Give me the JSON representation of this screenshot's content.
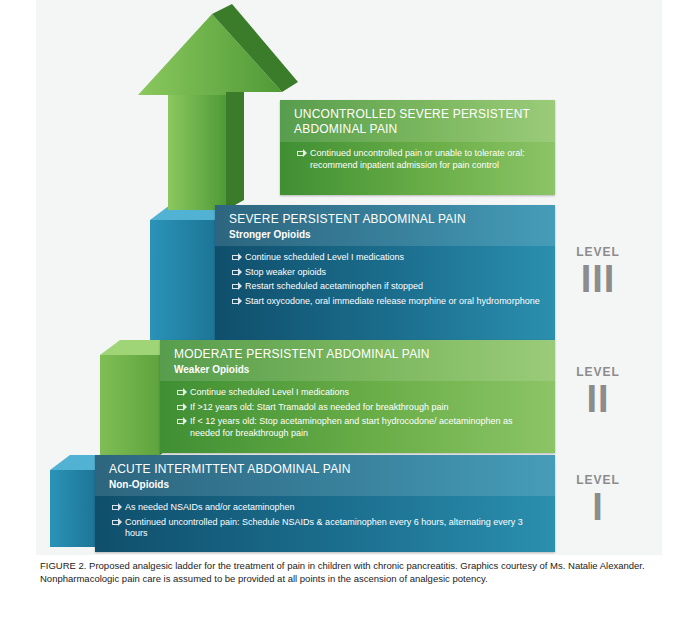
{
  "diagram": {
    "caption": "FIGURE 2. Proposed analgesic ladder for the treatment of pain in children with chronic pancreatitis. Graphics courtesy of Ms. Natalie Alexander. Nonpharmacologic pain care is assumed to be provided at all points in the ascension of analgesic potency.",
    "nodes": [
      {
        "text": [
          "UNCONTROLLED SEVERE PERSISTENT ABDOMINAL PAIN",
          "Continued uncontrolled pain or unable to tolerate oral: recommend inpatient admission for pain control"
        ]
      },
      {
        "text": [
          "SEVERE PERSISTENT ABDOMINAL PAIN",
          "Stronger Opioids",
          "Continue scheduled Level I medications",
          "Stop weaker opioids",
          "Restart scheduled acetaminophen if stopped",
          "Start oxycodone, oral immediate release morphine or oral hydromorphone"
        ]
      },
      {
        "text": [
          "MODERATE PERSISTENT ABDOMINAL PAIN",
          "Weaker Opioids",
          "Continue scheduled Level I medications",
          "If >12 years old: Start Tramadol as needed for breakthrough pain",
          "If < 12 years old: Stop acetaminophen and start hydrocodone/ acetaminophen as needed for breakthrough pain"
        ]
      },
      {
        "text": [
          "ACUTE INTERMITTENT ABDOMINAL PAIN",
          "Non-Opioids",
          "As needed NSAIDs and/or acetaminophen",
          "Continued uncontrolled pain: Schedule NSAIDs & acetaminophen every 6 hours, alternating every 3 hours"
        ]
      }
    ],
    "labels": [
      "LEVEL",
      "III",
      "LEVEL",
      "II",
      "LEVEL",
      "I"
    ]
  }
}
